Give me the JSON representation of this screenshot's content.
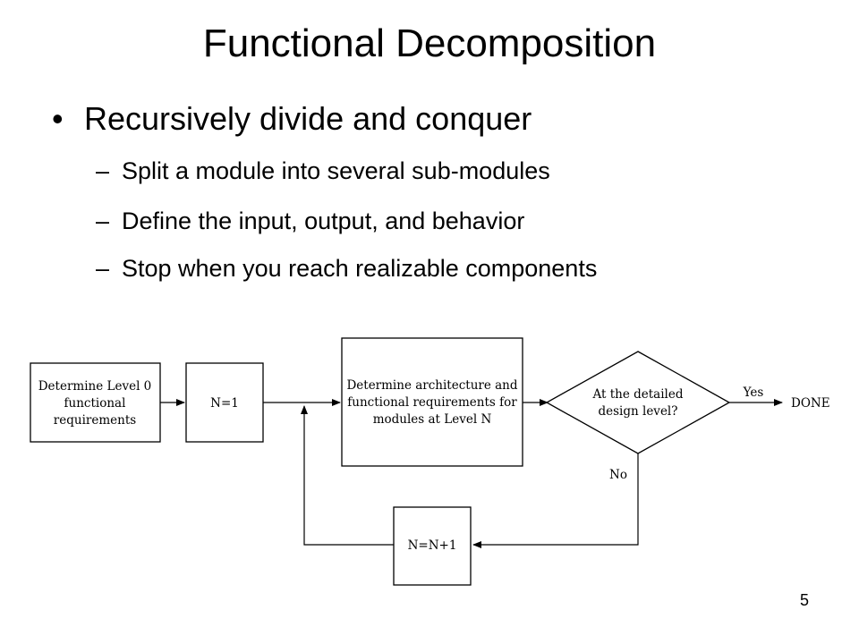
{
  "title": "Functional Decomposition",
  "bullets": {
    "main": "Recursively divide and conquer",
    "subs": [
      "Split a module into several sub-modules",
      "Define the input, output, and behavior",
      "Stop when you reach realizable components"
    ]
  },
  "flowchart": {
    "level0": [
      "Determine Level 0",
      "functional",
      "requirements"
    ],
    "n_init": "N=1",
    "architecture": [
      "Determine architecture and",
      "functional requirements for",
      "modules at Level N"
    ],
    "decision": [
      "At the detailed",
      "design level?"
    ],
    "yes_label": "Yes",
    "done": "DONE",
    "no_label": "No",
    "increment": "N=N+1"
  },
  "page_number": "5"
}
